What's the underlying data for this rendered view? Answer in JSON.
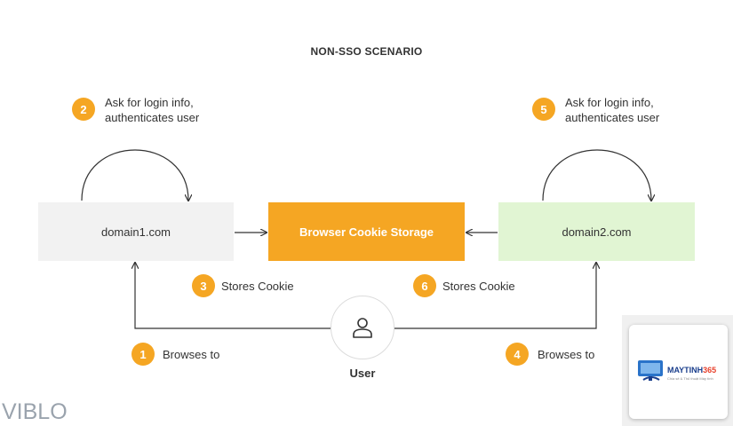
{
  "title": "NON-SSO SCENARIO",
  "boxes": {
    "domain1": "domain1.com",
    "storage": "Browser Cookie Storage",
    "domain2": "domain2.com"
  },
  "steps": [
    {
      "number": "1",
      "label": "Browses to"
    },
    {
      "number": "2",
      "label_line1": "Ask for login info,",
      "label_line2": "authenticates user"
    },
    {
      "number": "3",
      "label": "Stores Cookie"
    },
    {
      "number": "4",
      "label": "Browses to"
    },
    {
      "number": "5",
      "label_line1": "Ask for login info,",
      "label_line2": "authenticates user"
    },
    {
      "number": "6",
      "label": "Stores Cookie"
    }
  ],
  "user": {
    "label": "User",
    "icon": "user-icon"
  },
  "watermarks": {
    "viblo": "VIBLO",
    "brand_main": "MAYTINH",
    "brand_accent": "365",
    "brand_tagline": "Chia sẻ & Thủ thuật Máy tính"
  },
  "colors": {
    "accent": "#f5a623",
    "domain1_bg": "#f2f2f2",
    "domain2_bg": "#e1f5d3",
    "line": "#333333"
  }
}
